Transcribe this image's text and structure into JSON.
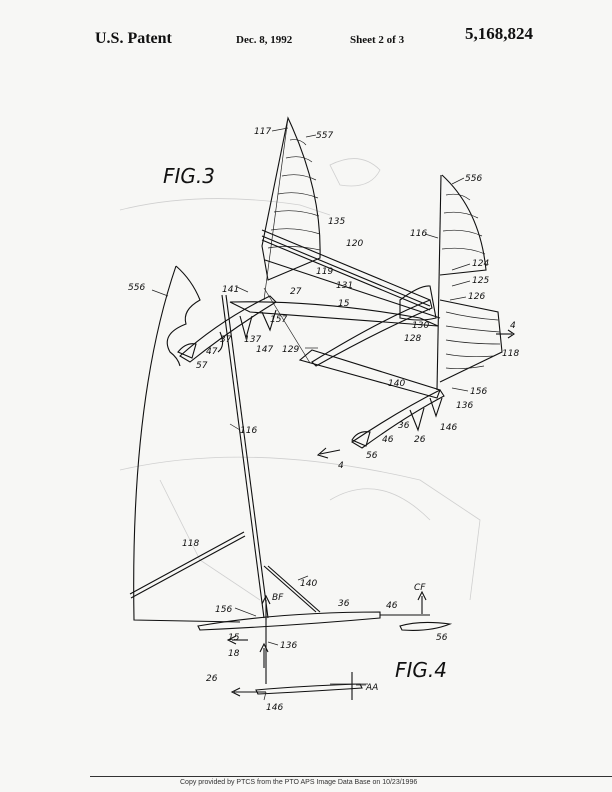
{
  "header": {
    "left": "U.S. Patent",
    "date": "Dec. 8, 1992",
    "sheet": "Sheet 2 of 3",
    "number": "5,168,824"
  },
  "figures": {
    "fig3": "FIG.3",
    "fig4": "FIG.4"
  },
  "labels": {
    "l117": "117",
    "l557": "557",
    "l556a": "556",
    "l135": "135",
    "l120": "120",
    "l116a": "116",
    "l124": "124",
    "l125": "125",
    "l126": "126",
    "l119": "119",
    "l131": "131",
    "l141": "141",
    "l27": "27",
    "l15a": "15",
    "l157": "157",
    "l37": "37",
    "l137": "137",
    "l147": "147",
    "l47": "47",
    "l57": "57",
    "l129": "129",
    "l130": "130",
    "l128": "128",
    "l4a": "4",
    "l118a": "118",
    "l140a": "140",
    "l156a": "156",
    "l136a": "136",
    "l36a": "36",
    "l146a": "146",
    "l46a": "46",
    "l26a": "26",
    "l56a": "56",
    "l4b": "4",
    "l556b": "556",
    "l116b": "116",
    "l118b": "118",
    "l140b": "140",
    "lBF": "BF",
    "l36b": "36",
    "l46b": "46",
    "lCF": "CF",
    "l156b": "156",
    "l15b": "15",
    "l56b": "56",
    "l136b": "136",
    "l18": "18",
    "l26b": "26",
    "lAA": "AA",
    "l146b": "146"
  },
  "footer": {
    "text": "Copy provided by PTCS from the PTO APS Image Data Base on    10/23/1996"
  }
}
